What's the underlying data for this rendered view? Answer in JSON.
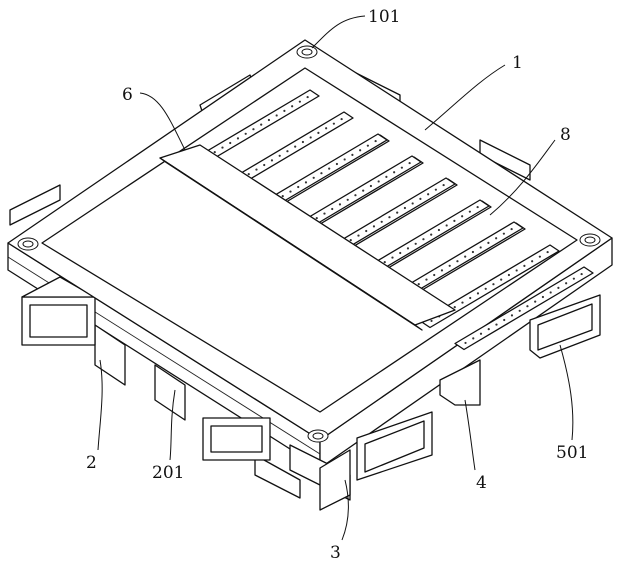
{
  "figure": {
    "labels": {
      "l101": "101",
      "l1": "1",
      "l6": "6",
      "l8": "8",
      "l2": "2",
      "l201": "201",
      "l4": "4",
      "l501": "501",
      "l3": "3"
    }
  }
}
